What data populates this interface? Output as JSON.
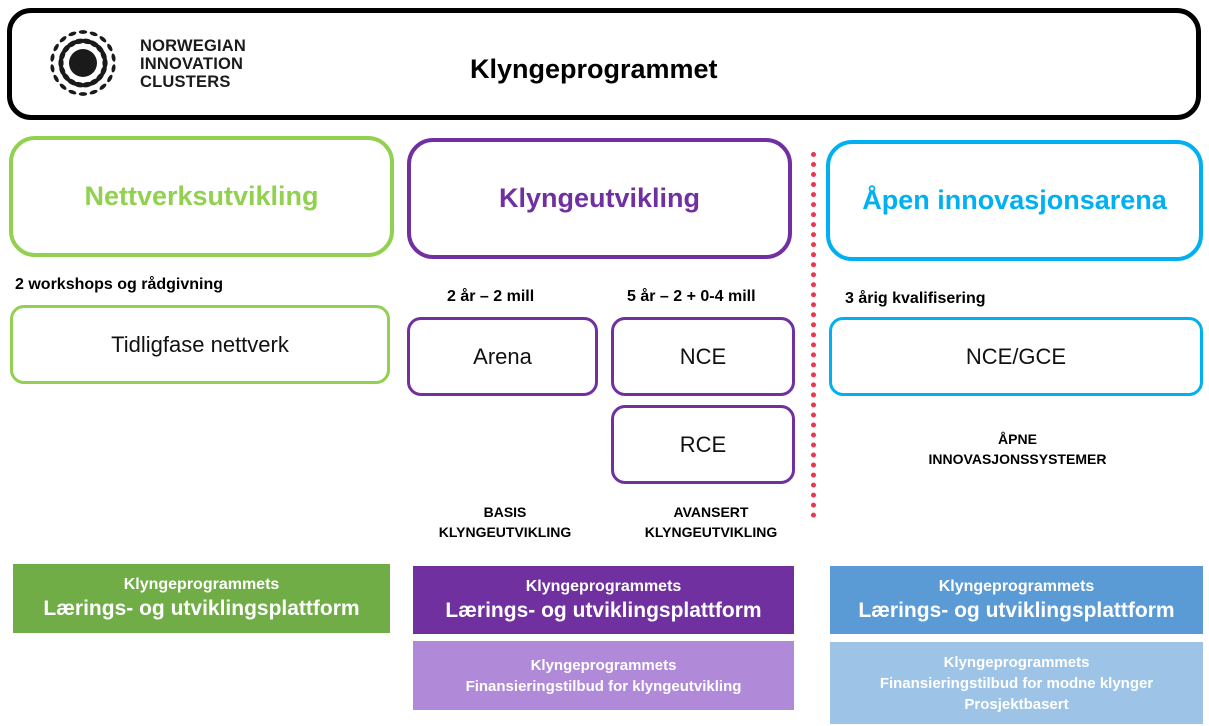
{
  "header": {
    "logo_lines": [
      "NORWEGIAN",
      "INNOVATION",
      "CLUSTERS"
    ],
    "title": "Klyngeprogrammet"
  },
  "colors": {
    "network_green": "#92d050",
    "cluster_purple": "#7030a0",
    "open_blue": "#00b0f0",
    "divider_red": "#e8384f"
  },
  "categories": {
    "network": "Nettverksutvikling",
    "cluster": "Klyngeutvikling",
    "open": "Åpen innovasjonsarena"
  },
  "network": {
    "subtitle": "2 workshops og rådgivning",
    "box": "Tidligfase nettverk"
  },
  "cluster": {
    "basis_subtitle": "2 år – 2 mill",
    "advanced_subtitle": "5 år – 2 + 0-4 mill",
    "arena": "Arena",
    "nce": "NCE",
    "rce": "RCE",
    "basis_label": [
      "BASIS",
      "KLYNGEUTVIKLING"
    ],
    "advanced_label": [
      "AVANSERT",
      "KLYNGEUTVIKLING"
    ]
  },
  "open": {
    "subtitle": "3 årig kvalifisering",
    "box": "NCE/GCE",
    "label": [
      "ÅPNE",
      "INNOVASJONSSYSTEMER"
    ]
  },
  "platforms": {
    "line1": "Klyngeprogrammets",
    "line2": "Lærings- og utviklingsplattform"
  },
  "financing": {
    "cluster": [
      "Klyngeprogrammets",
      "Finansieringstilbud for klyngeutvikling"
    ],
    "open": [
      "Klyngeprogrammets",
      "Finansieringstilbud for modne klynger",
      "Prosjektbasert"
    ]
  }
}
